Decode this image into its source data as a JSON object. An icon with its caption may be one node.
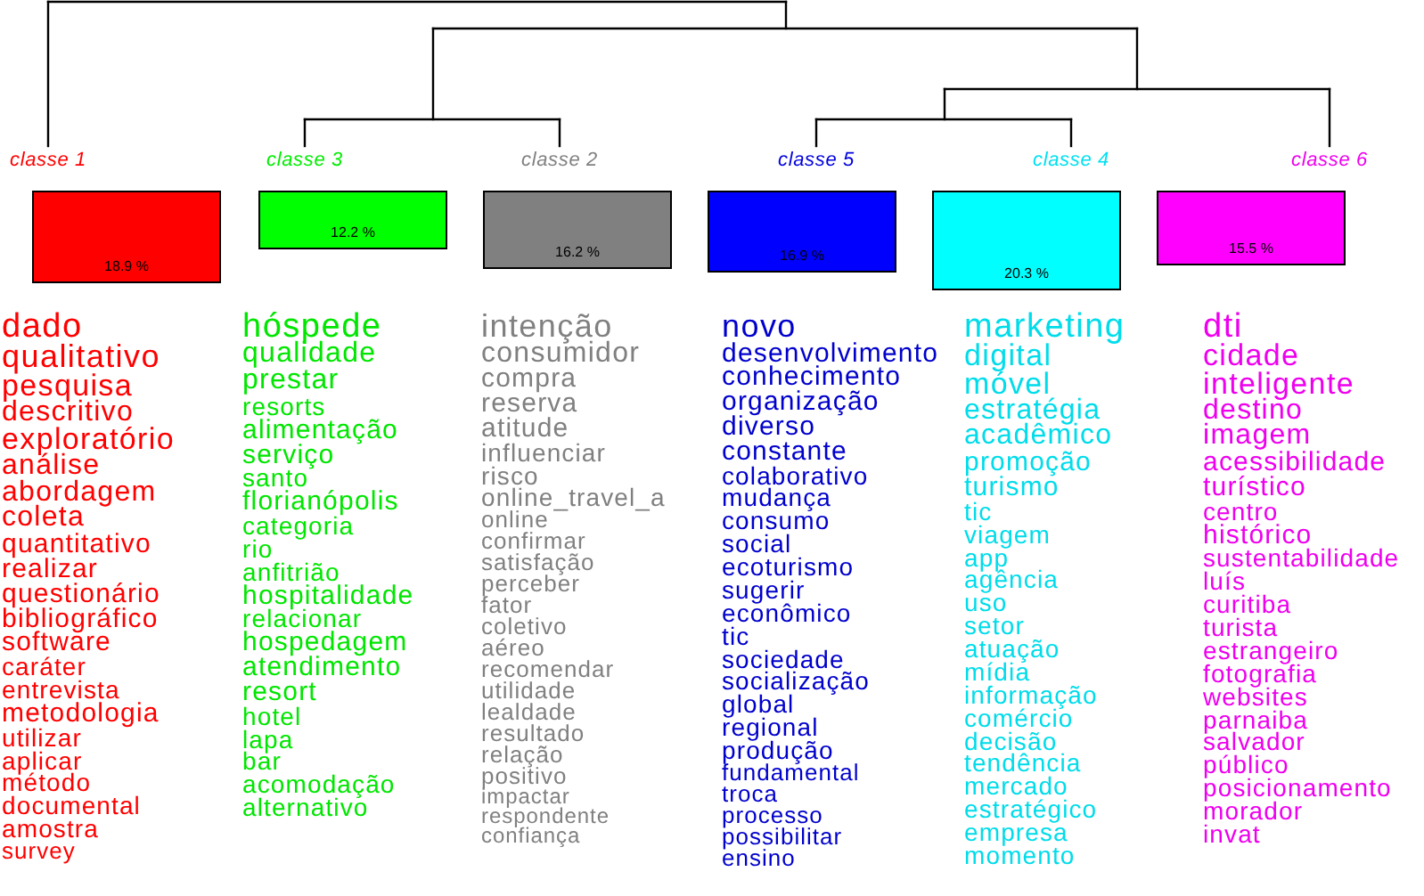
{
  "diagram": {
    "nodes": [
      {
        "text": [
          "classe 1",
          "18.9 %"
        ],
        "beside": [
          "dado",
          "qualitativo",
          "pesquisa",
          "descritivo",
          "exploratório",
          "análise",
          "abordagem",
          "coleta",
          "quantitativo",
          "realizar",
          "questionário",
          "bibliográfico",
          "software",
          "caráter",
          "entrevista",
          "metodologia",
          "utilizar",
          "aplicar",
          "método",
          "documental",
          "amostra",
          "survey"
        ]
      },
      {
        "text": [
          "classe 3",
          "12.2 %"
        ],
        "beside": [
          "hóspede",
          "qualidade",
          "prestar",
          "resorts",
          "alimentação",
          "serviço",
          "santo",
          "florianópolis",
          "categoria",
          "rio",
          "anfitrião",
          "hospitalidade",
          "relacionar",
          "hospedagem",
          "atendimento",
          "resort",
          "hotel",
          "lapa",
          "bar",
          "acomodação",
          "alternativo"
        ]
      },
      {
        "text": [
          "classe 2",
          "16.2 %"
        ],
        "beside": [
          "intenção",
          "consumidor",
          "compra",
          "reserva",
          "atitude",
          "influenciar",
          "risco",
          "online_travel_a",
          "online",
          "confirmar",
          "satisfação",
          "perceber",
          "fator",
          "coletivo",
          "aéreo",
          "recomendar",
          "utilidade",
          "lealdade",
          "resultado",
          "relação",
          "positivo",
          "impactar",
          "respondente",
          "confiança"
        ]
      },
      {
        "text": [
          "classe 5",
          "16.9 %"
        ],
        "beside": [
          "novo",
          "desenvolvimento",
          "conhecimento",
          "organização",
          "diverso",
          "constante",
          "colaborativo",
          "mudança",
          "consumo",
          "social",
          "ecoturismo",
          "sugerir",
          "econômico",
          "tic",
          "sociedade",
          "socialização",
          "global",
          "regional",
          "produção",
          "fundamental",
          "troca",
          "processo",
          "possibilitar",
          "ensino"
        ]
      },
      {
        "text": [
          "classe 4",
          "20.3 %"
        ],
        "beside": [
          "marketing",
          "digital",
          "móvel",
          "estratégia",
          "acadêmico",
          "promoção",
          "turismo",
          "tic",
          "viagem",
          "app",
          "agência",
          "uso",
          "setor",
          "atuação",
          "mídia",
          "informação",
          "comércio",
          "decisão",
          "tendência",
          "mercado",
          "estratégico",
          "empresa",
          "momento"
        ]
      },
      {
        "text": [
          "classe 6",
          "15.5 %"
        ],
        "beside": [
          "dti",
          "cidade",
          "inteligente",
          "destino",
          "imagem",
          "acessibilidade",
          "turístico",
          "centro",
          "histórico",
          "sustentabilidade",
          "luís",
          "curitiba",
          "turista",
          "estrangeiro",
          "fotografia",
          "websites",
          "parnaiba",
          "salvador",
          "público",
          "posicionamento",
          "morador",
          "invat"
        ]
      }
    ]
  }
}
